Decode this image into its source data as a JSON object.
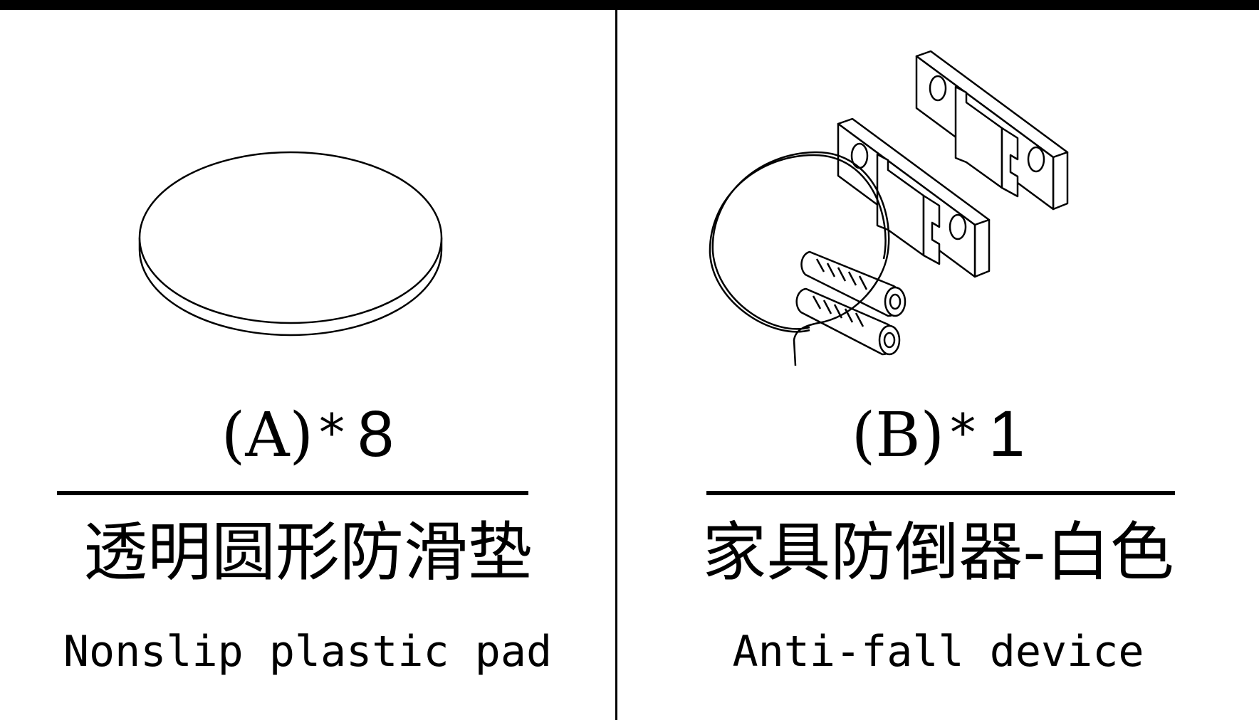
{
  "parts": [
    {
      "code": "(A)",
      "star": "*",
      "count": "8",
      "name_cn": "透明圆形防滑垫",
      "name_en": "Nonslip plastic pad",
      "illustration": "round-pad-illustration"
    },
    {
      "code": "(B)",
      "star": "*",
      "count": "1",
      "name_cn": "家具防倒器-白色",
      "name_en": "Anti-fall device",
      "illustration": "anti-fall-kit-illustration"
    }
  ]
}
